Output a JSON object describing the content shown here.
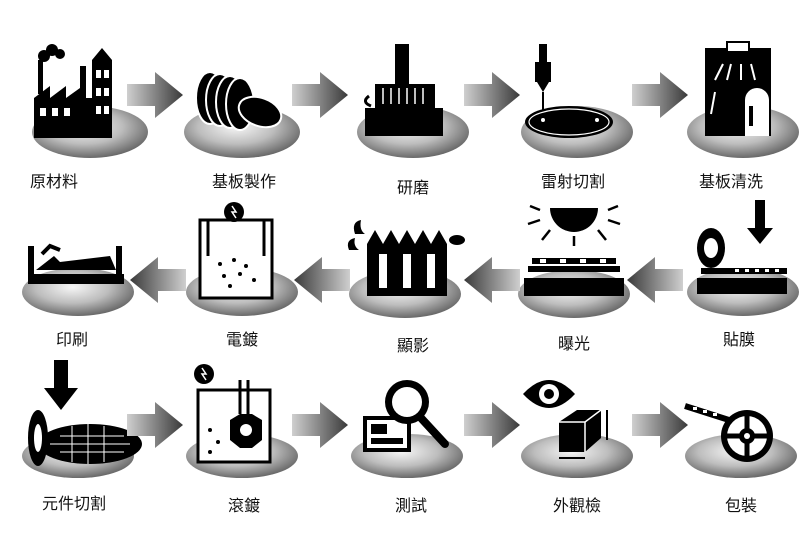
{
  "diagram": {
    "steps": [
      {
        "label": "原材料",
        "icon": "factory-icon"
      },
      {
        "label": "基板製作",
        "icon": "wafers-icon"
      },
      {
        "label": "研磨",
        "icon": "grinding-icon"
      },
      {
        "label": "雷射切割",
        "icon": "laser-cutting-icon"
      },
      {
        "label": "基板清洗",
        "icon": "cleaning-icon"
      },
      {
        "label": "貼膜",
        "icon": "tape-roller-icon"
      },
      {
        "label": "曝光",
        "icon": "exposure-lamp-icon"
      },
      {
        "label": "顯影",
        "icon": "developing-icon"
      },
      {
        "label": "電鍍",
        "icon": "plating-tank-icon"
      },
      {
        "label": "印刷",
        "icon": "printing-icon"
      },
      {
        "label": "元件切割",
        "icon": "dicing-icon"
      },
      {
        "label": "滾鍍",
        "icon": "barrel-plating-icon"
      },
      {
        "label": "測試",
        "icon": "magnifier-test-icon"
      },
      {
        "label": "外觀檢",
        "icon": "eye-inspection-icon"
      },
      {
        "label": "包裝",
        "icon": "reel-packaging-icon"
      }
    ],
    "colors": {
      "icon": "#000000",
      "arrow_dark": "#3a3a3a",
      "arrow_light": "#c8c8c8",
      "shadow_dark": "#6e6e6e",
      "shadow_light": "#f4f4f4"
    }
  }
}
